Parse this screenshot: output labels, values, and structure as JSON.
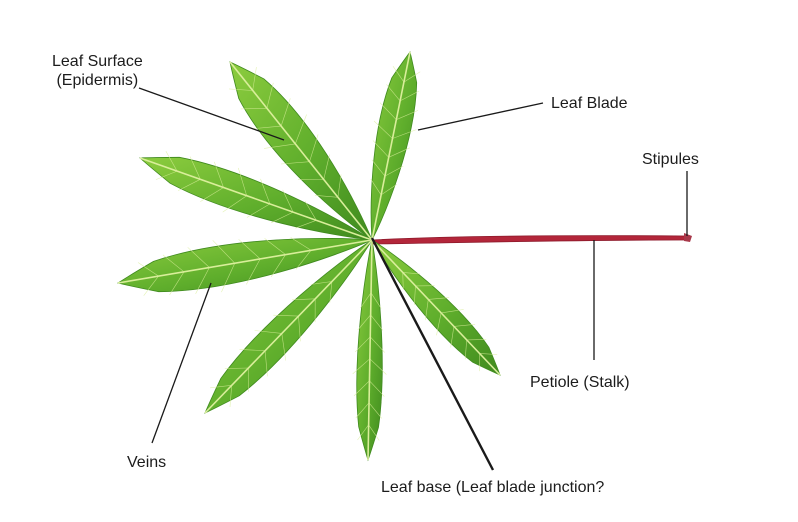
{
  "labels": {
    "leaf_surface": {
      "line1": "Leaf Surface",
      "line2": "(Epidermis)"
    },
    "leaf_blade": "Leaf Blade",
    "stipules": "Stipules",
    "petiole": "Petiole (Stalk)",
    "veins": "Veins",
    "leaf_base": "Leaf base (Leaf blade junction?"
  },
  "colors": {
    "leaf_fill": "#5fae2c",
    "leaf_light": "#8ccc3e",
    "leaf_dark": "#3f8a1e",
    "vein": "#d9ee9a",
    "petiole": "#b3263a",
    "leader_line": "#1a1a1a"
  }
}
